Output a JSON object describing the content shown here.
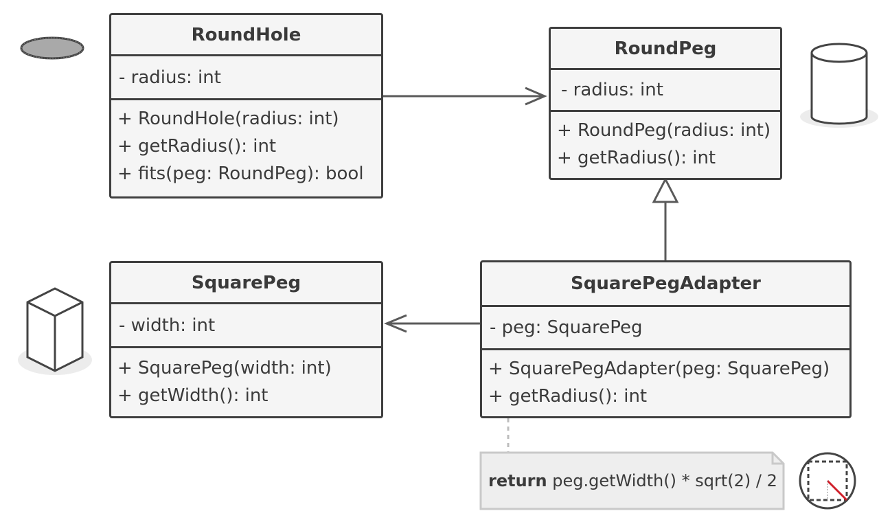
{
  "classes": {
    "round_hole": {
      "name": "RoundHole",
      "fields": [
        "- radius: int"
      ],
      "methods": [
        "+ RoundHole(radius: int)",
        "+ getRadius(): int",
        "+ fits(peg: RoundPeg): bool"
      ]
    },
    "round_peg": {
      "name": "RoundPeg",
      "fields": [
        "- radius: int"
      ],
      "methods": [
        "+ RoundPeg(radius: int)",
        "+ getRadius(): int"
      ]
    },
    "square_peg": {
      "name": "SquarePeg",
      "fields": [
        "- width: int"
      ],
      "methods": [
        "+ SquarePeg(width: int)",
        "+ getWidth(): int"
      ]
    },
    "square_peg_adapter": {
      "name": "SquarePegAdapter",
      "fields": [
        "- peg: SquarePeg"
      ],
      "methods": [
        "+ SquarePegAdapter(peg: SquarePeg)",
        "+ getRadius(): int"
      ]
    }
  },
  "note": {
    "keyword": "return",
    "code": " peg.getWidth() * sqrt(2) / 2"
  },
  "relations": [
    {
      "from": "RoundHole",
      "to": "RoundPeg",
      "kind": "association"
    },
    {
      "from": "SquarePegAdapter",
      "to": "RoundPeg",
      "kind": "inheritance"
    },
    {
      "from": "SquarePegAdapter",
      "to": "SquarePeg",
      "kind": "association"
    },
    {
      "from": "SquarePegAdapter",
      "to": "note",
      "kind": "note-link"
    }
  ],
  "icons": [
    "round-hole-icon",
    "cylinder-peg-icon",
    "cube-peg-icon",
    "square-in-circle-icon"
  ],
  "colors": {
    "stroke": "#3f3f3f",
    "fill": "#f5f5f5",
    "note_fill": "#eeeeee",
    "shadow": "#ececec",
    "accent_red": "#d0202b"
  }
}
